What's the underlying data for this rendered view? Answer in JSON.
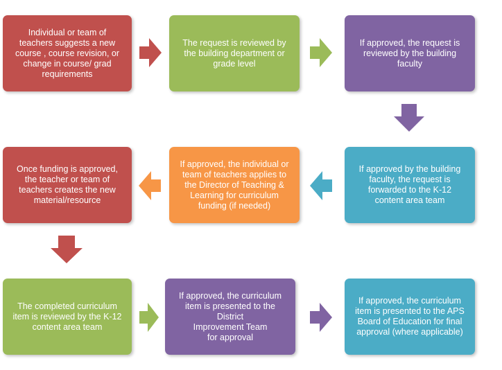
{
  "colors": {
    "red": "#c0504d",
    "green": "#9bbb59",
    "purple": "#8064a2",
    "blue": "#4bacc6",
    "orange": "#f79646"
  },
  "steps": [
    {
      "text": "Individual or team of\nteachers suggests a new\ncourse , course revision, or\nchange in course/ grad\nrequirements",
      "color": "red"
    },
    {
      "text": "The request is reviewed by\nthe building department or\ngrade level",
      "color": "green"
    },
    {
      "text": "If approved, the request is\nreviewed by the building\nfaculty",
      "color": "purple"
    },
    {
      "text": "If approved by the building\nfaculty, the request is\nforwarded to the K-12\ncontent area team",
      "color": "blue"
    },
    {
      "text": "If approved, the individual or\nteam of teachers applies to\nthe Director of Teaching &\nLearning for curriculum\nfunding (if needed)",
      "color": "orange"
    },
    {
      "text": "Once funding is approved,\nthe teacher or team of\nteachers creates the new\nmaterial/resource",
      "color": "red"
    },
    {
      "text": "The completed curriculum\nitem is reviewed  by the K-12\ncontent area team",
      "color": "green"
    },
    {
      "text": "If approved, the curriculum\nitem is presented to the\nDistrict\nImprovement Team\nfor approval",
      "color": "purple"
    },
    {
      "text": "If approved, the curriculum\nitem is presented to the APS\nBoard of Education for final\napproval (where applicable)",
      "color": "blue"
    }
  ]
}
